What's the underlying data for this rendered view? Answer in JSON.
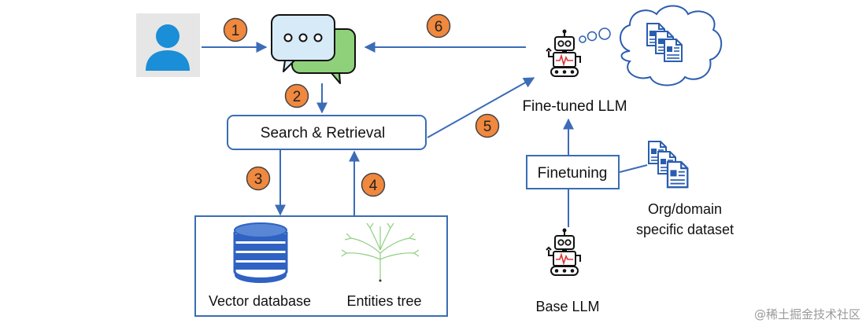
{
  "steps": [
    "1",
    "2",
    "3",
    "4",
    "5",
    "6"
  ],
  "labels": {
    "search_retrieval": "Search & Retrieval",
    "fine_tuned_llm": "Fine-tuned LLM",
    "finetuning": "Finetuning",
    "dataset_line1": "Org/domain",
    "dataset_line2": "specific dataset",
    "vector_database": "Vector database",
    "entities_tree": "Entities tree",
    "base_llm": "Base LLM"
  },
  "watermark": "@稀土掘金技术社区",
  "colors": {
    "arrow": "#3b6cb7",
    "box_border": "#3a6db5",
    "step_badge": "#f0883e",
    "user_icon": "#1a8ed6",
    "chat_front": "#d6eaf8",
    "chat_back": "#8fd17a",
    "database": "#2f62c2",
    "tree": "#8fcf7e"
  },
  "icons": [
    "user-icon",
    "chat-bubbles-icon",
    "robot-icon",
    "thought-cloud-icon",
    "document-icon",
    "database-icon",
    "tree-icon"
  ]
}
